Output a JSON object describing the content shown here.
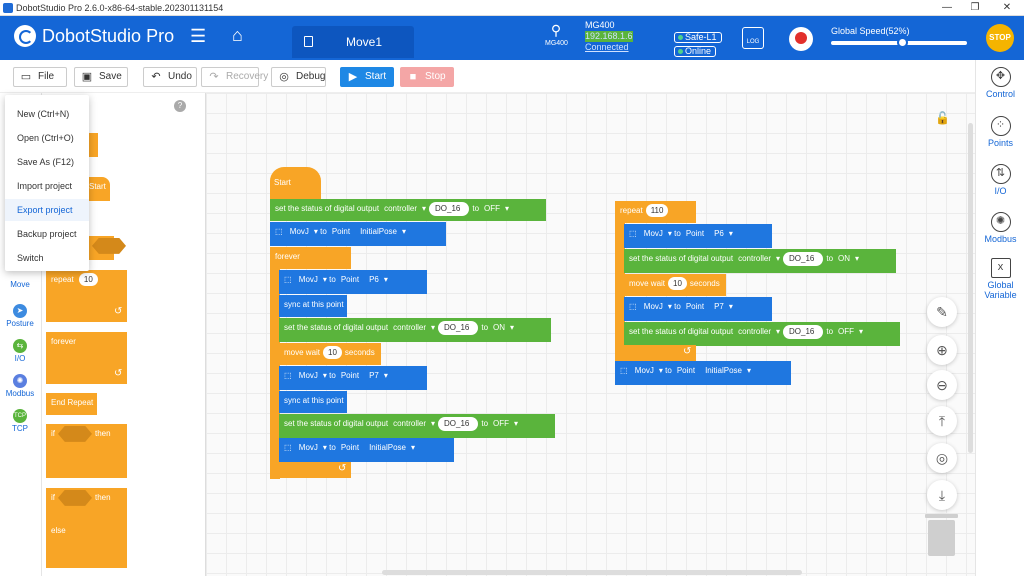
{
  "window": {
    "title": "DobotStudio Pro 2.6.0-x86-64-stable.202301131154",
    "minimize": "—",
    "maximize": "❐",
    "close": "✕"
  },
  "header": {
    "brand": "DobotStudio Pro",
    "tab": "Move1",
    "robot_icon_label": "MG400",
    "device_name": "MG400",
    "ip": "192.168.1.6",
    "connection": "Connected",
    "safety": "Safe-L1",
    "online": "Online",
    "log_label": "LOG",
    "speed_label": "Global Speed(52%)",
    "speed_value": 52,
    "stop_label": "STOP"
  },
  "toolbar": {
    "file": "File",
    "save": "Save",
    "undo": "Undo",
    "recovery": "Recovery",
    "debug": "Debug",
    "start": "Start",
    "stop": "Stop"
  },
  "file_menu": [
    "New (Ctrl+N)",
    "Open (Ctrl+O)",
    "Save As (F12)",
    "Import project",
    "Export project",
    "Backup project",
    "Switch"
  ],
  "categories": [
    {
      "label": "Move",
      "icon": "move-icon",
      "color": "#3d8be0"
    },
    {
      "label": "Posture",
      "icon": "posture-icon",
      "color": "#3d8be0"
    },
    {
      "label": "I/O",
      "icon": "io-icon",
      "color": "#5ab43c"
    },
    {
      "label": "Modbus",
      "icon": "modbus-icon",
      "color": "#5a7fe0"
    },
    {
      "label": "TCP",
      "icon": "tcp-icon",
      "color": "#5ab43c"
    }
  ],
  "palette": {
    "start": "Start",
    "repeat": "repeat",
    "repeat_n": "10",
    "forever": "forever",
    "end_repeat": "End Repeat",
    "if": "if",
    "then": "then",
    "else": "else"
  },
  "right_panel": [
    "Control",
    "Points",
    "I/O",
    "Modbus",
    "Global Variable"
  ],
  "program": {
    "start": "Start",
    "set_do": "set the status of digital output",
    "controller": "controller",
    "do": "DO_16",
    "to": "to",
    "off": "OFF",
    "on": "ON",
    "movj": "MovJ",
    "point": "Point",
    "initial": "InitialPose",
    "forever": "forever",
    "p6": "P6",
    "p7": "P7",
    "sync": "sync at this point",
    "move_wait": "move wait",
    "wait_n": "10",
    "seconds": "seconds",
    "repeat": "repeat",
    "repeat_n": "110"
  }
}
